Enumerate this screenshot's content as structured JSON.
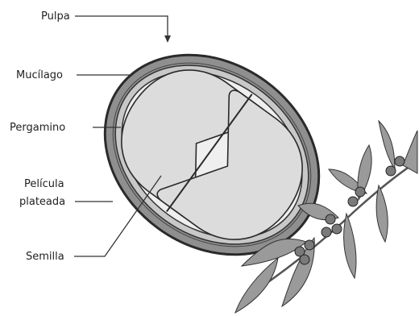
{
  "labels": {
    "pulpa": "Pulpa",
    "mucilago": "Mucílago",
    "pergamino": "Pergamino",
    "pelicula_line1": "Película",
    "pelicula_line2": "plateada",
    "semilla": "Semilla"
  },
  "colors": {
    "pulp": "#8f8f8f",
    "mucilage": "#c8c8c8",
    "parchment": "#efefef",
    "seed": "#dcdcdc",
    "outline": "#2a2a2a",
    "leaf": "#9a9a9a",
    "berry": "#7a7a7a"
  }
}
